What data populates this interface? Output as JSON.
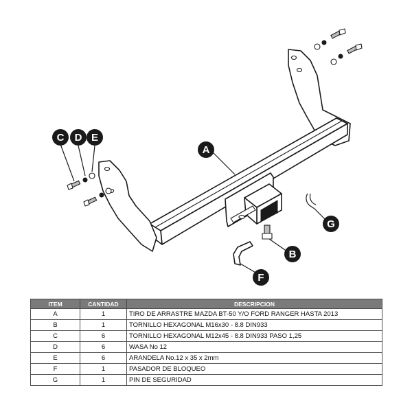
{
  "callouts": {
    "a": "A",
    "b": "B",
    "c": "C",
    "d": "D",
    "e": "E",
    "f": "F",
    "g": "G"
  },
  "table": {
    "headers": {
      "item": "ITEM",
      "cantidad": "CANTIDAD",
      "descripcion": "DESCRIPCION"
    },
    "rows": [
      {
        "item": "A",
        "cantidad": "1",
        "descripcion": "TIRO DE ARRASTRE MAZDA BT-50  Y/O FORD RANGER HASTA 2013"
      },
      {
        "item": "B",
        "cantidad": "1",
        "descripcion": "TORNILLO  HEXAGONAL M16x30 - 8.8 DIN933"
      },
      {
        "item": "C",
        "cantidad": "6",
        "descripcion": "TORNILLO  HEXAGONAL M12x45 - 8.8 DIN933 PASO 1,25"
      },
      {
        "item": "D",
        "cantidad": "6",
        "descripcion": "WASA No 12"
      },
      {
        "item": "E",
        "cantidad": "6",
        "descripcion": "ARANDELA No.12 x 35 x 2mm"
      },
      {
        "item": "F",
        "cantidad": "1",
        "descripcion": "PASADOR DE BLOQUEO"
      },
      {
        "item": "G",
        "cantidad": "1",
        "descripcion": "PIN DE SEGURIDAD"
      }
    ]
  }
}
